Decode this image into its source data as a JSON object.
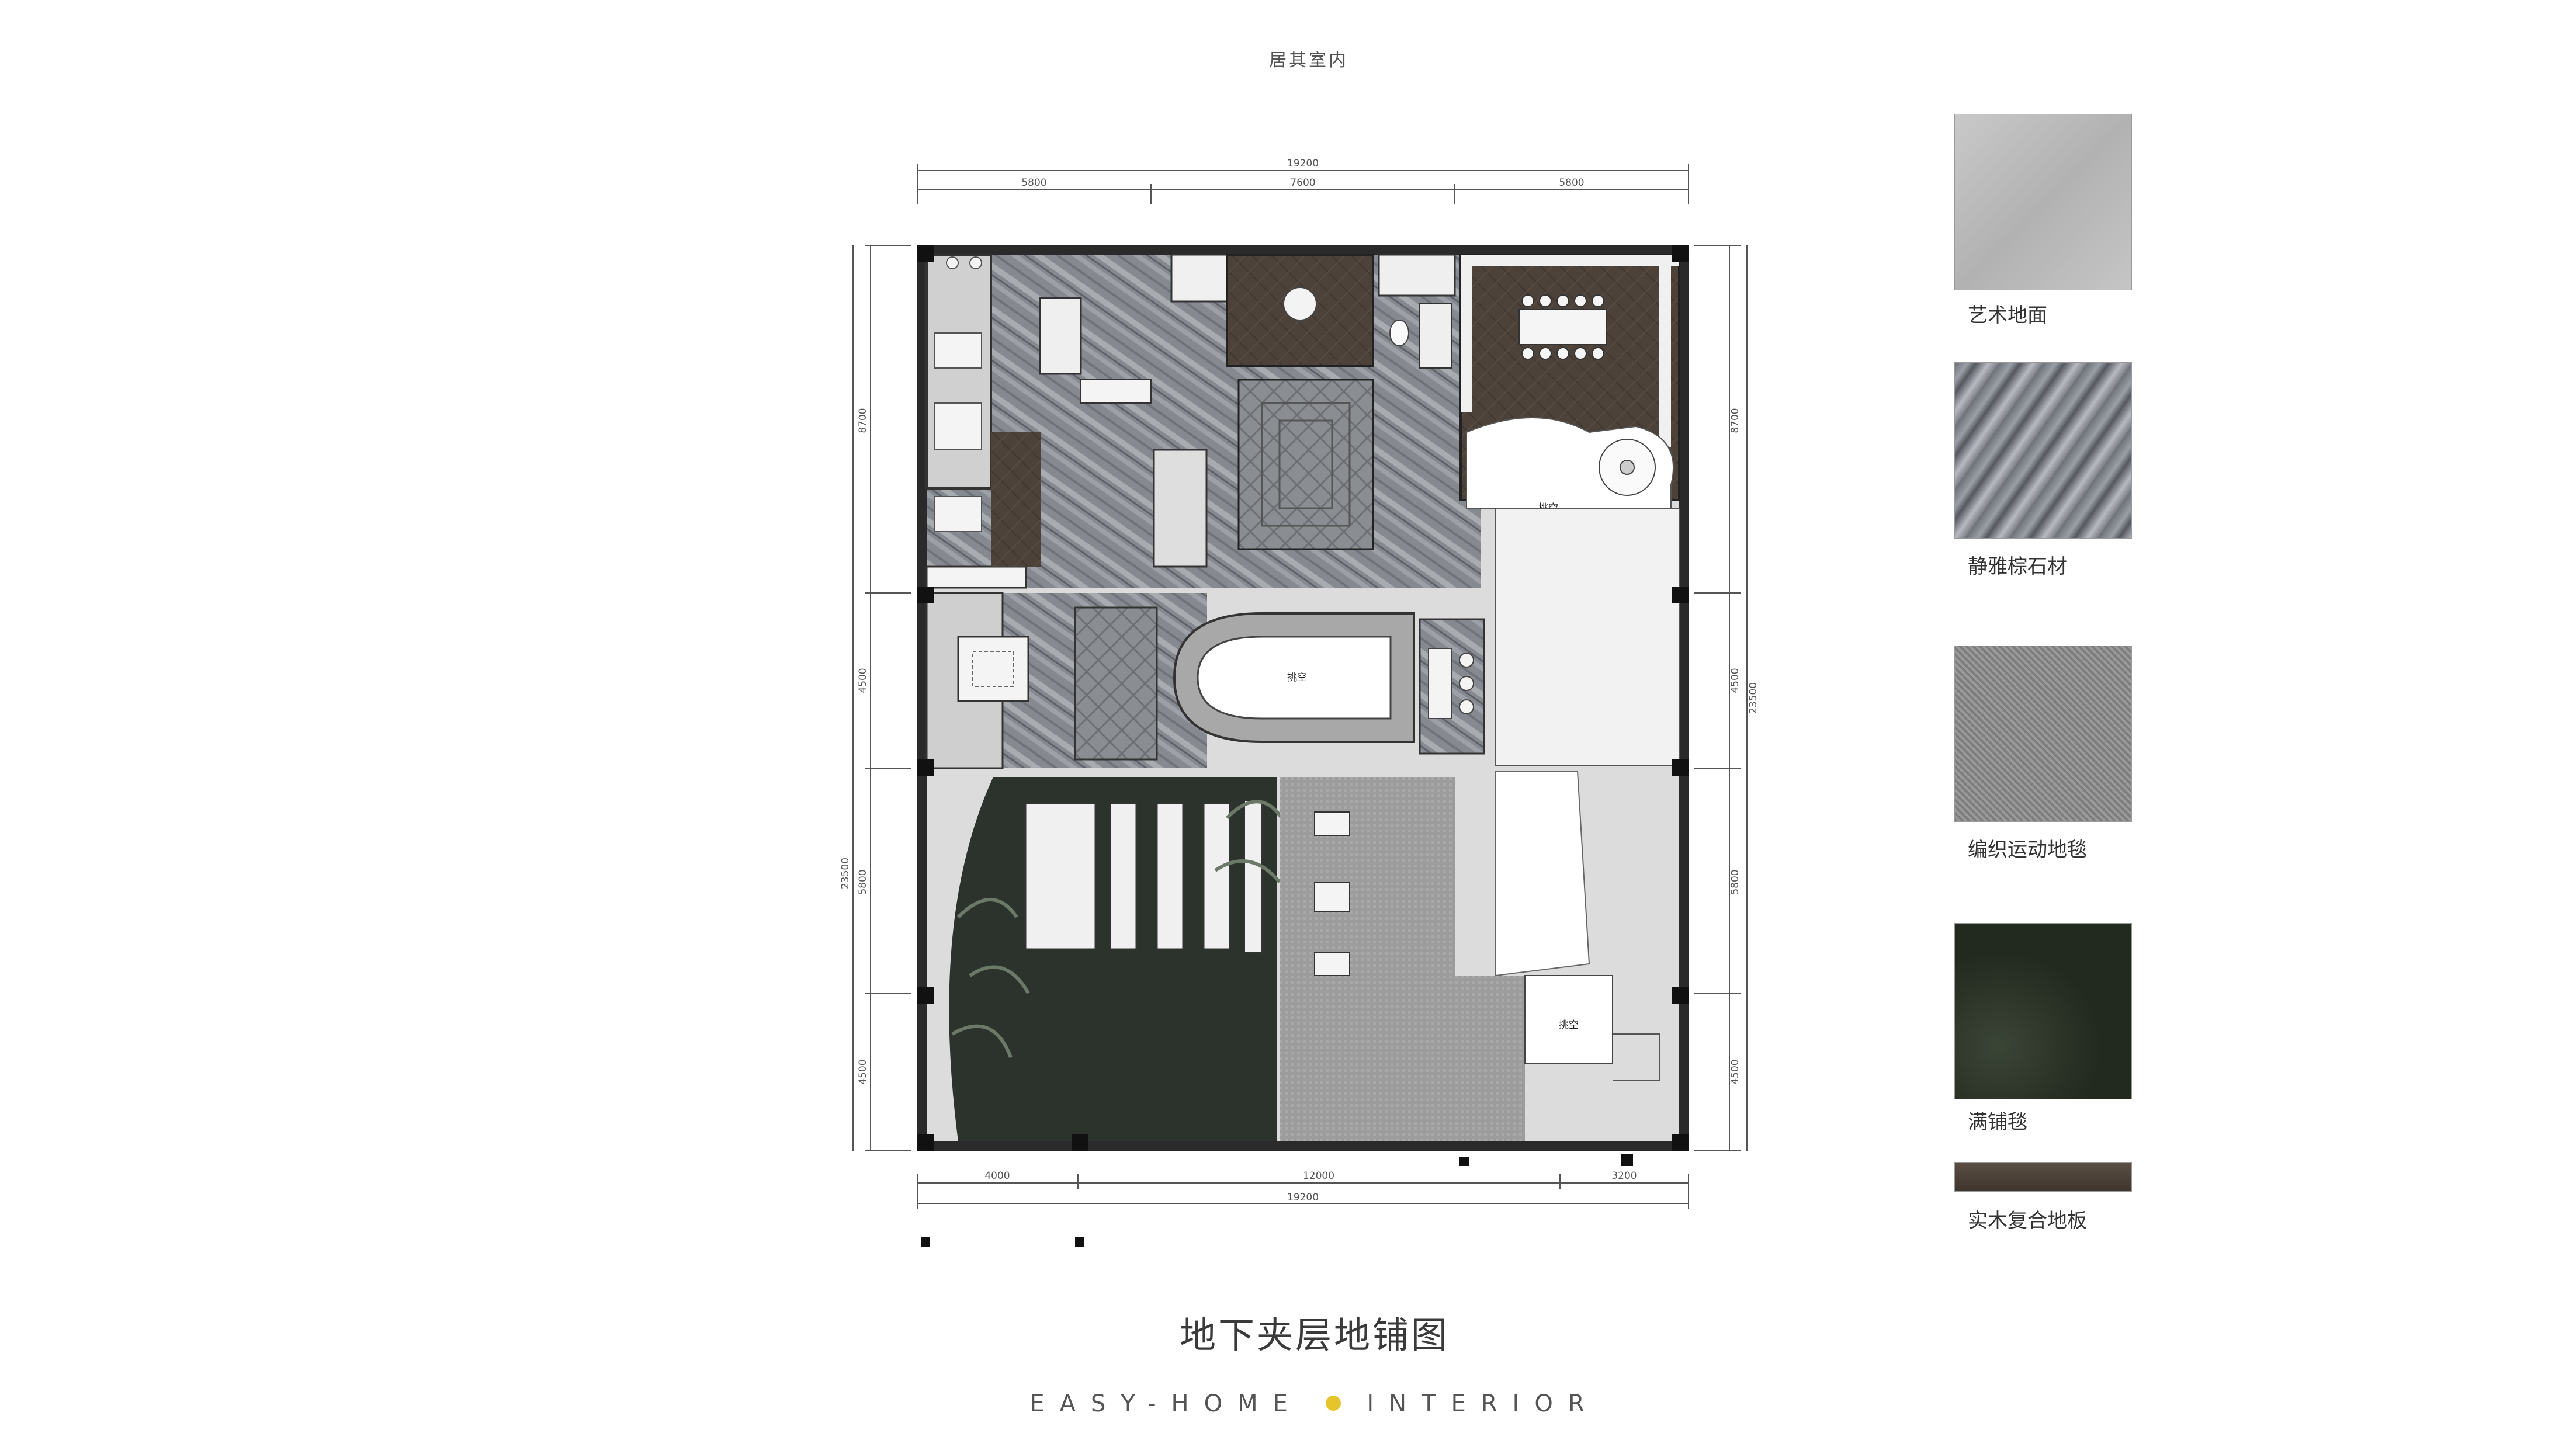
{
  "header": {
    "brand": "居其室内"
  },
  "plan": {
    "title": "地下夹层地铺图",
    "dimensions": {
      "top_total": "19200",
      "top_segments": [
        "5800",
        "7600",
        "5800"
      ],
      "bottom_segments": [
        "4000",
        "12000",
        "3200"
      ],
      "bottom_total": "19200",
      "left_segments": [
        "8700",
        "4500",
        "5800",
        "4500"
      ],
      "left_total": "23500",
      "right_segments": [
        "8700",
        "4500",
        "5800",
        "4500"
      ],
      "right_total": "23500"
    },
    "room_labels": {
      "void_top_right": "挑空",
      "void_center": "挑空",
      "void_bottom_right": "挑空"
    }
  },
  "legend": {
    "items": [
      {
        "label": "艺术地面",
        "color": "#bdbdbd"
      },
      {
        "label": "静雅棕石材",
        "color": "#7c7f86"
      },
      {
        "label": "编织运动地毯",
        "color": "#8d8d8d"
      },
      {
        "label": "满铺毯",
        "color": "#22291f"
      },
      {
        "label": "实木复合地板",
        "color": "#4a3f36"
      }
    ]
  },
  "footer": {
    "brand_left": "EASY-HOME",
    "brand_right": "INTERIOR",
    "dot_color": "#e5c52b"
  }
}
